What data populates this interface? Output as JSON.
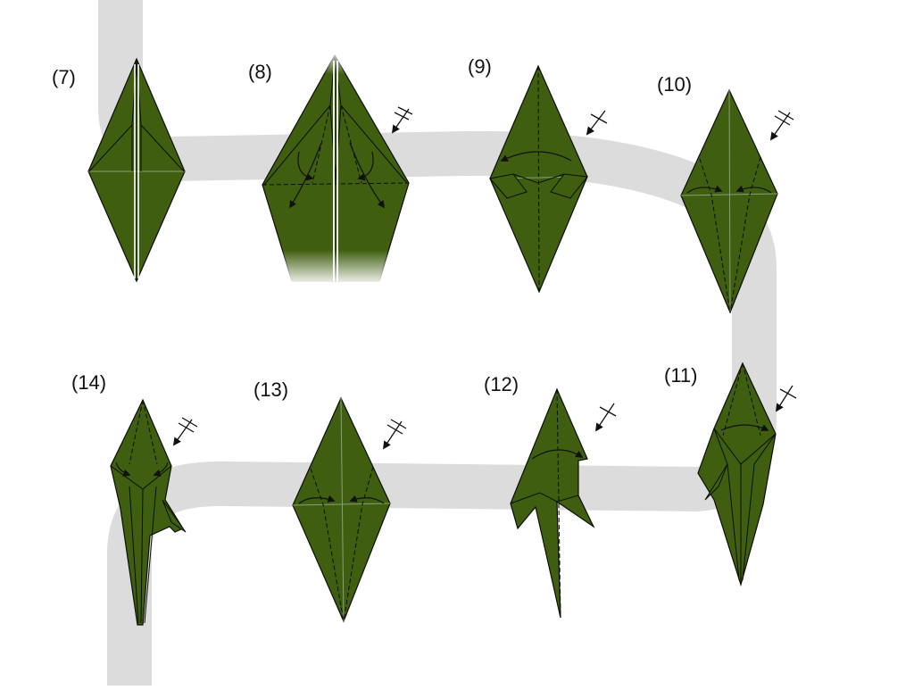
{
  "diagram": {
    "title": "",
    "colors": {
      "paper": "#3f5e10",
      "edge": "#0a0f05",
      "crease": "#8a9f7a",
      "path": "#dcdcdc",
      "arrow": "#111111"
    },
    "steps": [
      {
        "id": "7",
        "label": "(7)"
      },
      {
        "id": "8",
        "label": "(8)"
      },
      {
        "id": "9",
        "label": "(9)"
      },
      {
        "id": "10",
        "label": "(10)"
      },
      {
        "id": "11",
        "label": "(11)"
      },
      {
        "id": "12",
        "label": "(12)"
      },
      {
        "id": "13",
        "label": "(13)"
      },
      {
        "id": "14",
        "label": "(14)"
      }
    ]
  }
}
